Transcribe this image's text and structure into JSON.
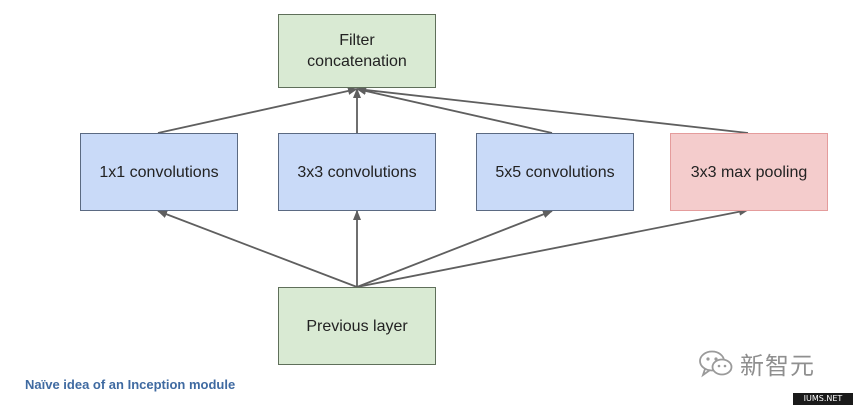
{
  "diagram": {
    "nodes": {
      "filter": {
        "label": "Filter\nconcatenation"
      },
      "conv1x1": {
        "label": "1x1 convolutions"
      },
      "conv3x3": {
        "label": "3x3 convolutions"
      },
      "conv5x5": {
        "label": "5x5 convolutions"
      },
      "pool": {
        "label": "3x3 max pooling"
      },
      "prev": {
        "label": "Previous layer"
      }
    },
    "edges": [
      {
        "from": "prev",
        "to": "conv1x1"
      },
      {
        "from": "prev",
        "to": "conv3x3"
      },
      {
        "from": "prev",
        "to": "conv5x5"
      },
      {
        "from": "prev",
        "to": "pool"
      },
      {
        "from": "conv1x1",
        "to": "filter"
      },
      {
        "from": "conv3x3",
        "to": "filter"
      },
      {
        "from": "conv5x5",
        "to": "filter"
      },
      {
        "from": "pool",
        "to": "filter"
      }
    ]
  },
  "caption": "Naïve idea of an Inception module",
  "watermark": {
    "text": "新智元",
    "icon": "wechat-icon",
    "site": "IUMS.NET"
  },
  "colors": {
    "green_fill": "#d9ead3",
    "blue_fill": "#c9daf8",
    "red_fill": "#f4cccc",
    "arrow": "#5f5f5f",
    "caption": "#3f6aa1"
  }
}
